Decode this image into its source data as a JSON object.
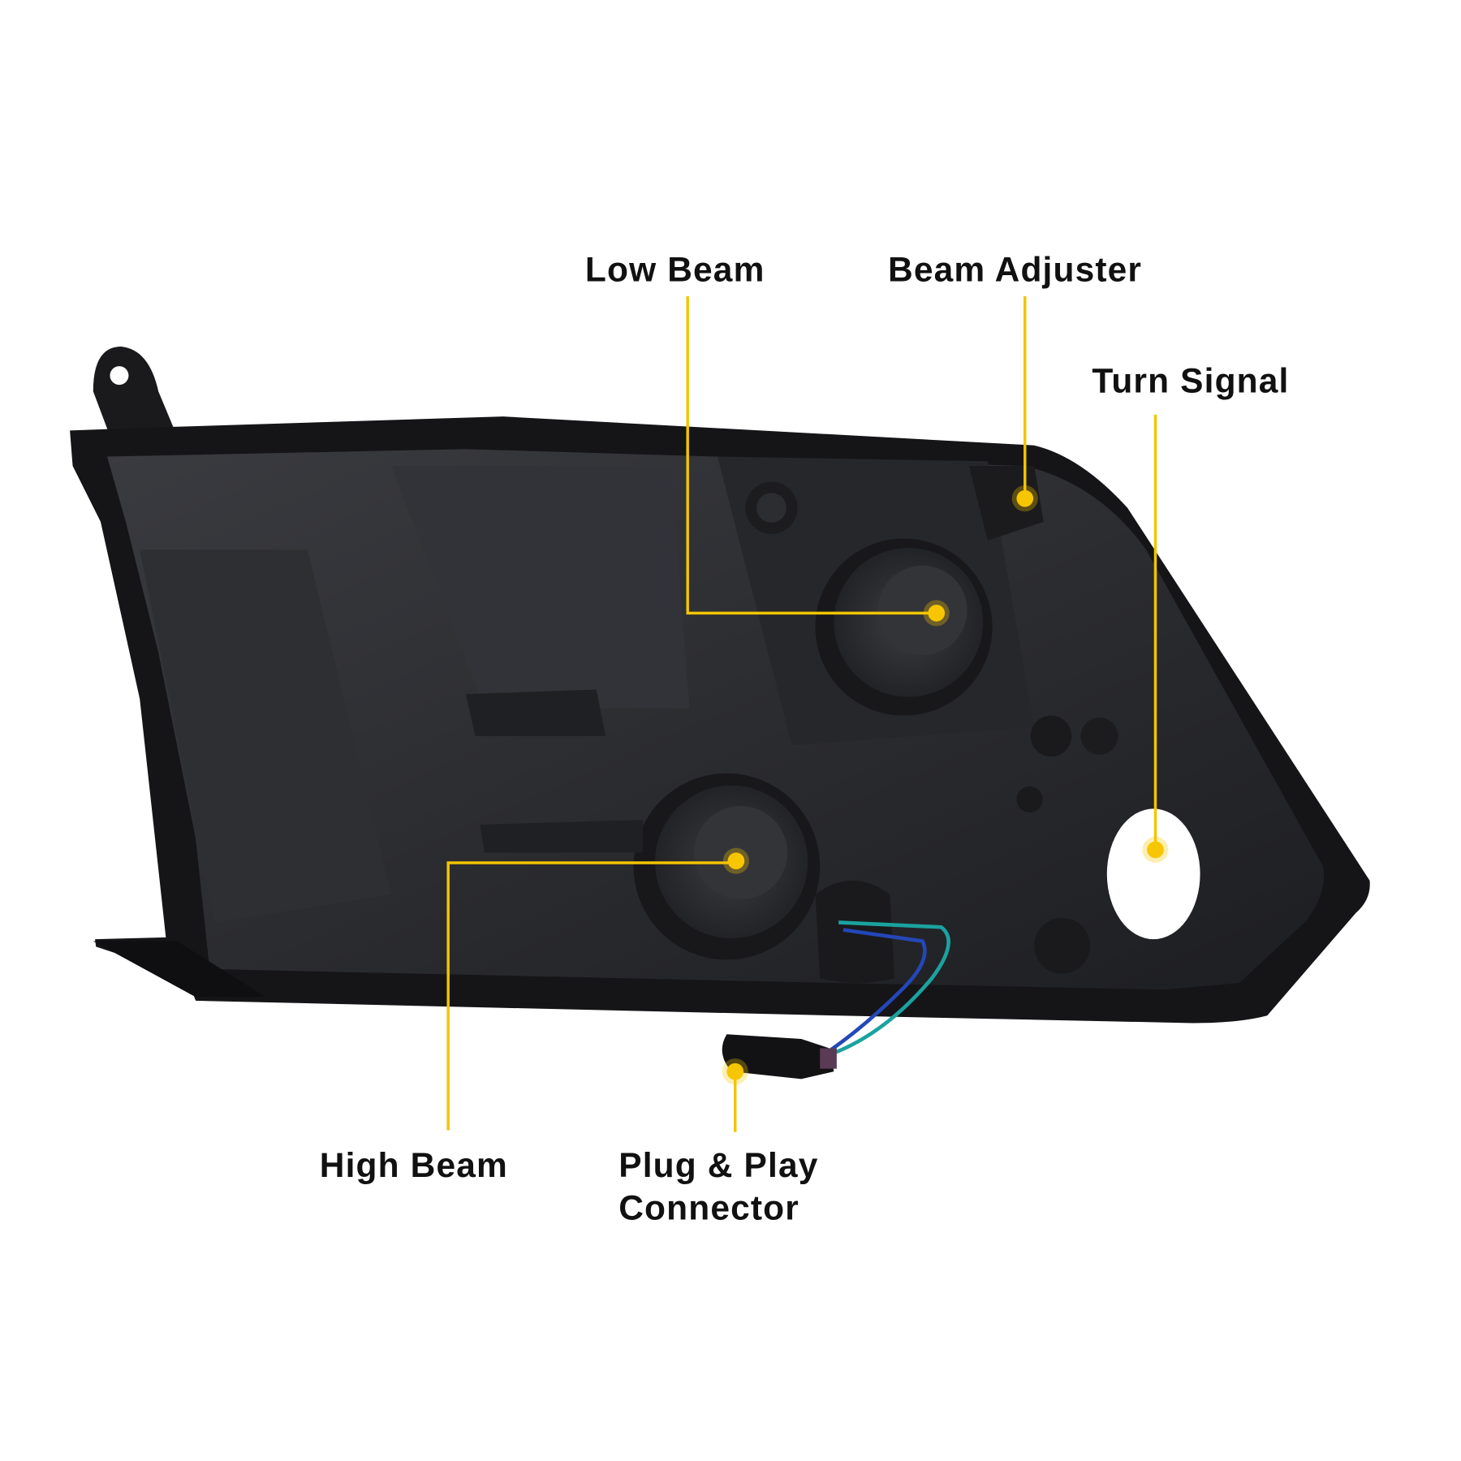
{
  "callouts": {
    "low_beam": "Low Beam",
    "beam_adjuster": "Beam Adjuster",
    "turn_signal": "Turn Signal",
    "high_beam": "High Beam",
    "plug_line1": "Plug & Play",
    "plug_line2": "Connector"
  },
  "colors": {
    "accent": "#f2c500",
    "housing": "#2b2c30",
    "text": "#111111"
  }
}
